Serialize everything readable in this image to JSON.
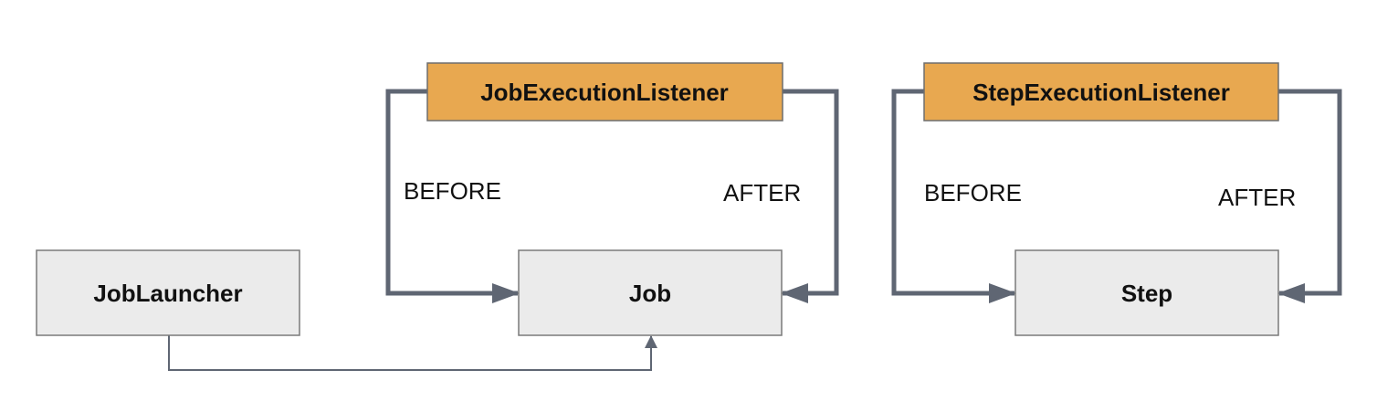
{
  "colors": {
    "box_fill": "#ebebeb",
    "box_stroke": "#7a7a7a",
    "listener_fill": "#e8a850",
    "listener_stroke": "#6e6e6e",
    "connector": "#5f6673"
  },
  "nodes": {
    "job_launcher": "JobLauncher",
    "job": "Job",
    "step": "Step",
    "job_execution_listener": "JobExecutionListener",
    "step_execution_listener": "StepExecutionListener"
  },
  "edges": {
    "job_before": "BEFORE",
    "job_after": "AFTER",
    "step_before": "BEFORE",
    "step_after": "AFTER"
  }
}
